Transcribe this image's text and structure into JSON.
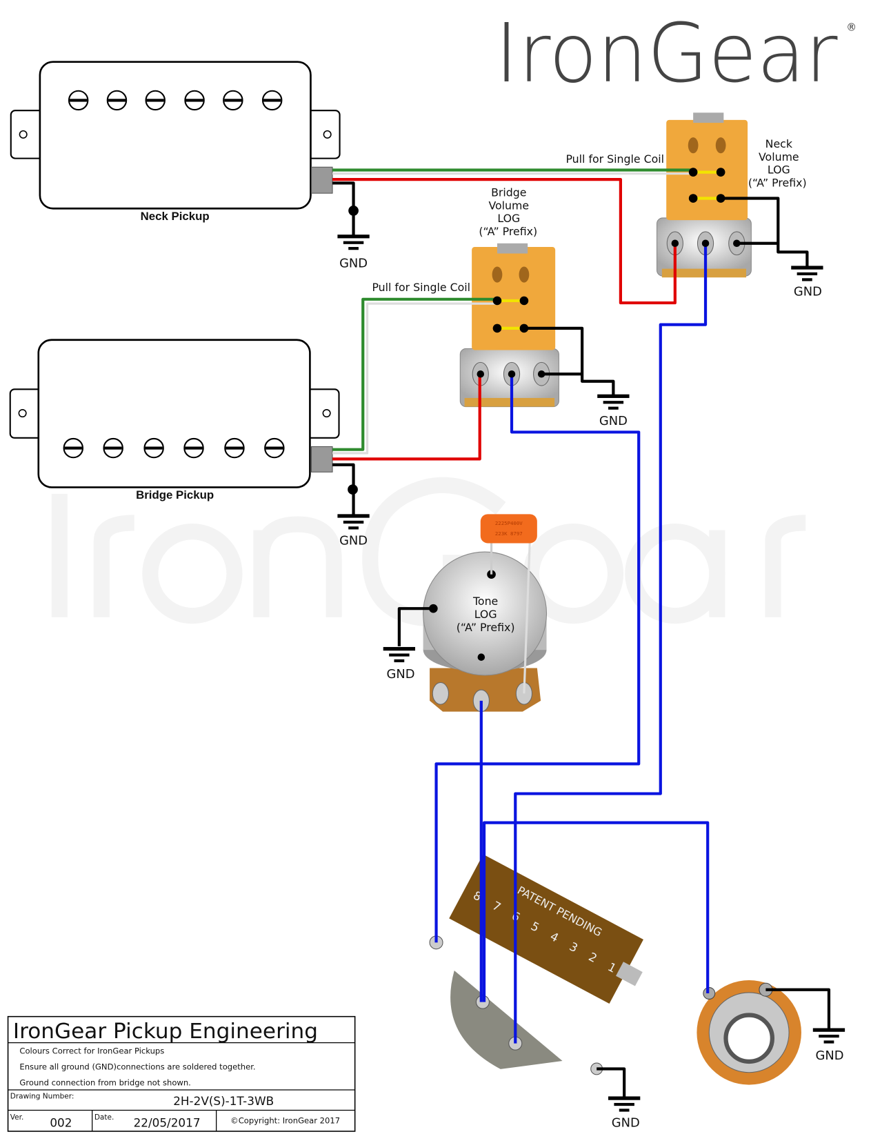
{
  "logo": {
    "brand": "IronGear",
    "registered": "®",
    "watermark": "IronGear"
  },
  "pickups": {
    "neck": {
      "label": "Neck Pickup"
    },
    "bridge": {
      "label": "Bridge Pickup"
    }
  },
  "pots": {
    "neck": {
      "line1": "Neck",
      "line2": "Volume",
      "line3": "LOG",
      "line4": "(“A” Prefix)",
      "pull_label": "Pull for Single Coil"
    },
    "bridge": {
      "line1": "Bridge",
      "line2": "Volume",
      "line3": "LOG",
      "line4": "(“A” Prefix)",
      "pull_label": "Pull for Single Coil"
    },
    "tone": {
      "line1": "Tone",
      "line2": "LOG",
      "line3": "(“A” Prefix)"
    }
  },
  "capacitor": {
    "line1": "2225P400V",
    "line2": "223K  8797"
  },
  "switch": {
    "marking": "PATENT PENDING",
    "numbers": [
      "8",
      "7",
      "6",
      "5",
      "4",
      "3",
      "2",
      "1"
    ]
  },
  "ground_label": "GND",
  "colors": {
    "red": "#e00000",
    "blue": "#0a14e0",
    "green": "#2e8b2e",
    "black": "#000000",
    "yellow": "#f2e400",
    "pot_orange": "#f0a83c"
  },
  "title_block": {
    "title": "IronGear Pickup Engineering",
    "notes": [
      "Colours Correct for IronGear Pickups",
      "Ensure all ground (GND)connections are soldered together.",
      "Ground connection from bridge not shown."
    ],
    "drawing_number_label": "Drawing Number:",
    "drawing_number": "2H-2V(S)-1T-3WB",
    "ver_label": "Ver.",
    "ver": "002",
    "date_label": "Date.",
    "date": "22/05/2017",
    "copyright": "©Copyright: IronGear 2017"
  }
}
